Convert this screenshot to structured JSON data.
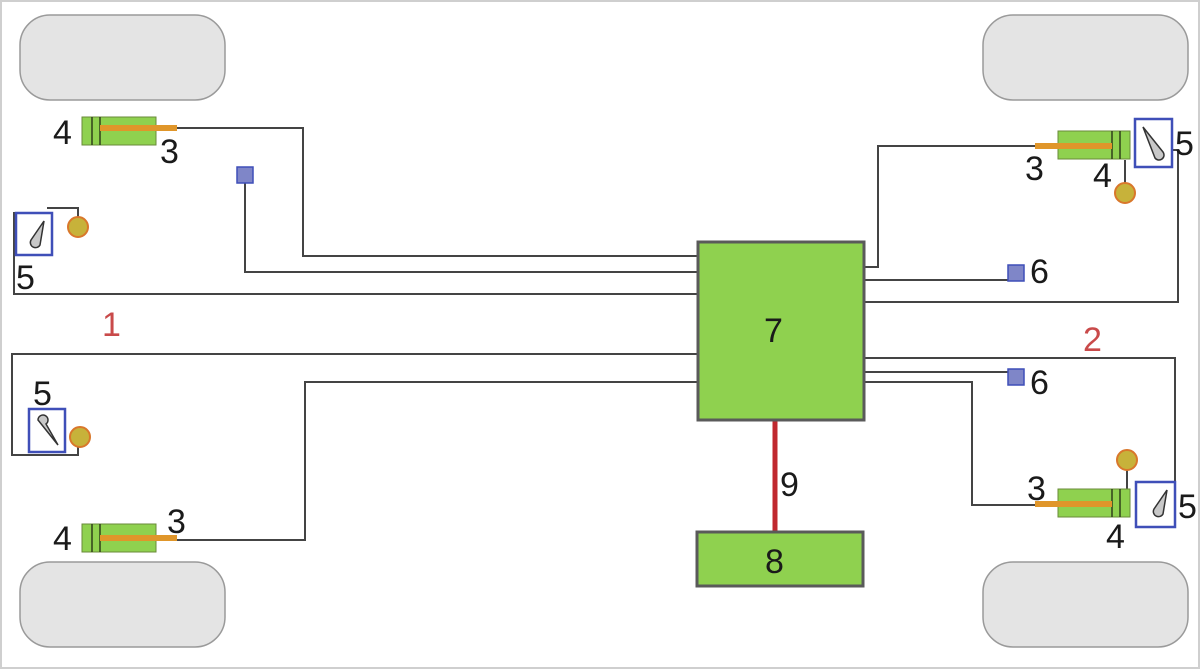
{
  "labels": {
    "circuit_1": "1",
    "circuit_2": "2",
    "actuator": "3",
    "cylinder": "4",
    "wheel_sensor": "5",
    "sensor": "6",
    "control_unit": "7",
    "battery": "8",
    "power_line": "9"
  },
  "colors": {
    "wheel_fill": "#e4e4e4",
    "wheel_stroke": "#9a9a9a",
    "component_green": "#8fd14f",
    "component_stroke": "#5a5a5a",
    "actuator_rod": "#e0962a",
    "sensor_ball": "#c7b23a",
    "sensor_square": "#7f86c8",
    "sensor_box_stroke": "#3f4fb8",
    "wire": "#444444",
    "power_line": "#c0282e",
    "label_red": "#c94a4a"
  }
}
